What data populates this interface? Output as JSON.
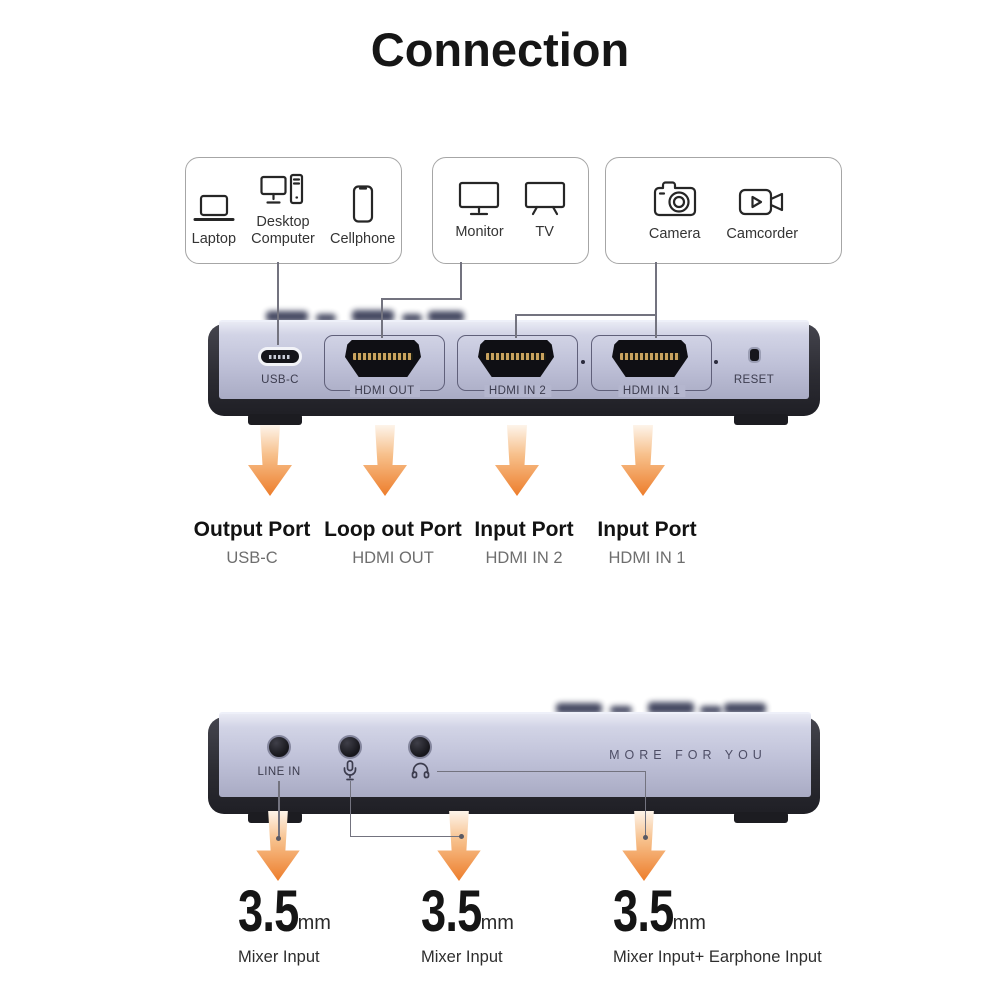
{
  "title": "Connection",
  "boxes": [
    {
      "items": [
        {
          "icon": "laptop-icon",
          "label": "Laptop"
        },
        {
          "icon": "desktop-computer-icon",
          "label": "Desktop Computer"
        },
        {
          "icon": "cellphone-icon",
          "label": "Cellphone"
        }
      ]
    },
    {
      "items": [
        {
          "icon": "monitor-icon",
          "label": "Monitor"
        },
        {
          "icon": "tv-icon",
          "label": "TV"
        }
      ]
    },
    {
      "items": [
        {
          "icon": "camera-icon",
          "label": "Camera"
        },
        {
          "icon": "camcorder-icon",
          "label": "Camcorder"
        }
      ]
    }
  ],
  "device_back": {
    "ports": {
      "usb_c": "USB-C",
      "hdmi_out": "HDMI OUT",
      "hdmi_in_2": "HDMI IN 2",
      "hdmi_in_1": "HDMI IN 1",
      "reset": "RESET"
    }
  },
  "port_callouts": [
    {
      "title": "Output Port",
      "subtitle": "USB-C"
    },
    {
      "title": "Loop out Port",
      "subtitle": "HDMI OUT"
    },
    {
      "title": "Input Port",
      "subtitle": "HDMI IN 2"
    },
    {
      "title": "Input Port",
      "subtitle": "HDMI IN 1"
    }
  ],
  "device_front": {
    "line_in_label": "LINE IN",
    "jack_icons": [
      "microphone-icon",
      "headphone-icon"
    ],
    "slogan": "MORE FOR YOU"
  },
  "audio_callouts": [
    {
      "size": "3.5",
      "unit": "mm",
      "caption": "Mixer Input"
    },
    {
      "size": "3.5",
      "unit": "mm",
      "caption": "Mixer Input"
    },
    {
      "size": "3.5",
      "unit": "mm",
      "caption": "Mixer Input+ Earphone Input"
    }
  ],
  "colors": {
    "arrow_orange": "#ed7d2b",
    "device_body_lavender": "#c2c4dc",
    "device_trim_dark": "#2b2b31",
    "line_gray": "#73737f"
  }
}
